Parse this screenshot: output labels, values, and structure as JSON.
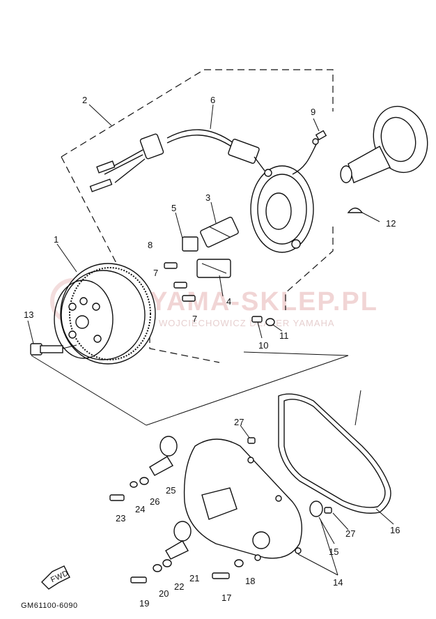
{
  "watermark": {
    "main": "YAMA-SKLEP.PL",
    "sub": "WOJCIECHOWICZ DEALER YAMAHA"
  },
  "diagram_code": "GM61100-6090",
  "fwd_label": "FWD",
  "part_labels": [
    "1",
    "2",
    "3",
    "4",
    "5",
    "6",
    "7",
    "7",
    "8",
    "9",
    "10",
    "11",
    "12",
    "13",
    "14",
    "15",
    "16",
    "17",
    "18",
    "19",
    "20",
    "21",
    "22",
    "23",
    "24",
    "25",
    "26",
    "27",
    "27"
  ]
}
